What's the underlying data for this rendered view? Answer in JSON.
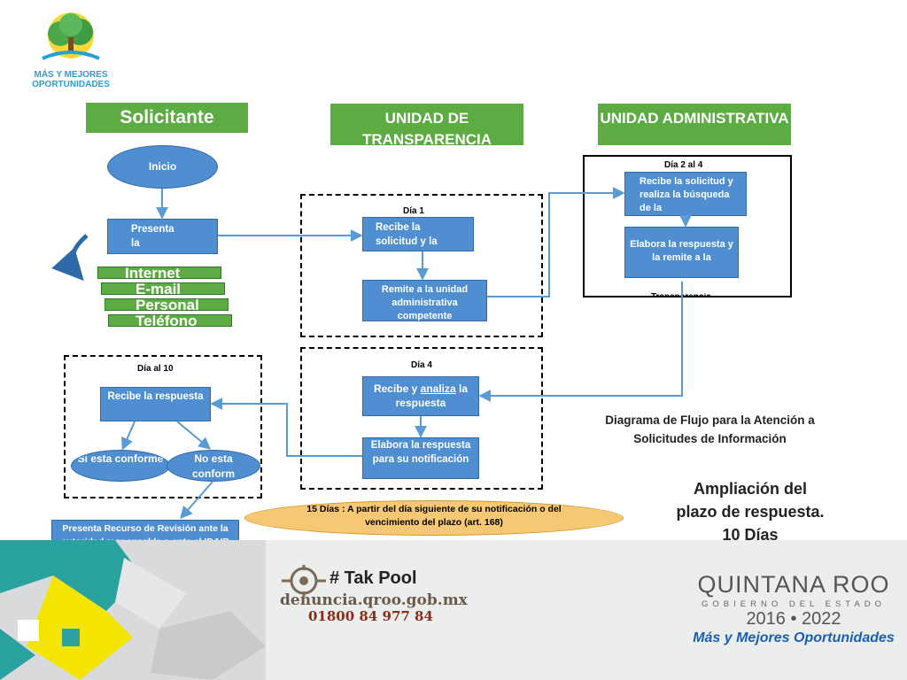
{
  "logo_top": {
    "line1": "MÁS Y MEJORES",
    "line2": "OPORTUNIDADES"
  },
  "headers": {
    "solicitante": "Solicitante",
    "transparencia": "UNIDAD DE TRANSPARENCIA",
    "administrativa": "UNIDAD ADMINISTRATIVA"
  },
  "nodes": {
    "inicio": "Inicio",
    "presenta": "Presenta la",
    "recibe_solicitud": "Recibe la solicitud y la",
    "remite": "Remite a la unidad administrativa competente",
    "ua_recibe": "Recibe la solicitud y realiza la búsqueda de la",
    "ua_elabora": "Elabora la respuesta y la remite a la",
    "ua_under": "Transparencia",
    "recibe_analiza_pre": "Recibe y ",
    "recibe_analiza_u": "analiza",
    "recibe_analiza_post": " la respuesta",
    "elabora_notif": "Elabora la respuesta para su notificación",
    "recibe_resp": "Recibe la respuesta",
    "si": "Si esta conforme",
    "no": "No esta conform",
    "recurso": "Presenta Recurso de Revisión  ante la autoridad responsable o  ante el IDAIP"
  },
  "days": {
    "d1": "Día 1",
    "d2": "Día 2 al 4",
    "d4": "Día 4",
    "d10": "Día al 10"
  },
  "channels": [
    "Internet",
    "E-mail",
    "Personal",
    "Teléfono"
  ],
  "plazo": "15 Días : A partir del día siguiente de su notificación o del vencimiento del plazo (art. 168)",
  "diagram_title": "Diagrama de Flujo para la Atención a Solicitudes de Información",
  "ampliacion": {
    "line1": "Ampliación del",
    "line2": "plazo de respuesta.",
    "line3": "10 Días"
  },
  "footer": {
    "tak": "# Tak Pool",
    "url": "denuncia.qroo.gob.mx",
    "phone": "01800 84 977 84",
    "state": "QUINTANA ROO",
    "gov": "GOBIERNO DEL ESTADO",
    "years": "2016 • 2022",
    "slogan": "Más y Mejores Oportunidades"
  },
  "colors": {
    "accent_green": "#5dab43",
    "box_blue": "#4f8ed1",
    "arrow_blue": "#5b9bd5",
    "oval_orange": "#f7c873"
  }
}
